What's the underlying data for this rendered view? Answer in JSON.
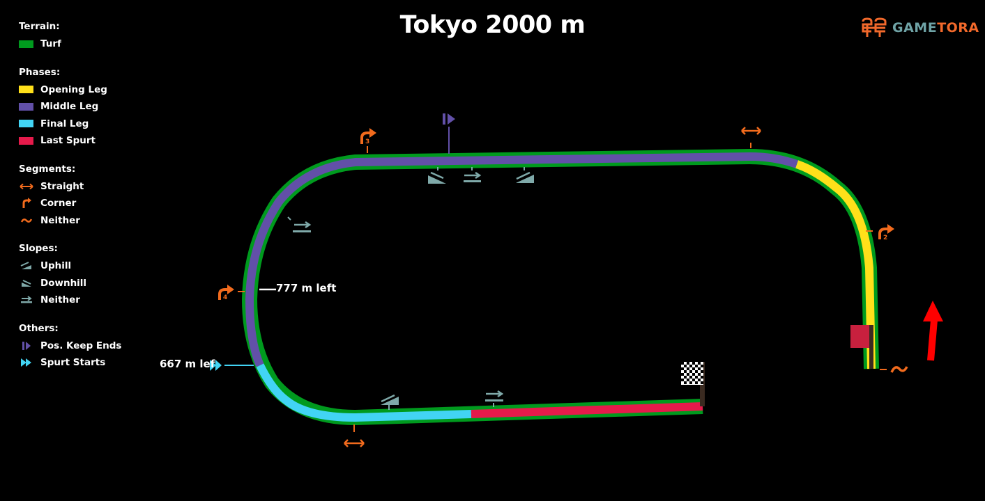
{
  "title": "Tokyo 2000 m",
  "logo": {
    "part1": "GAME",
    "part2": "TORA",
    "icon": "gametora-logo-icon"
  },
  "legend": {
    "terrain": {
      "heading": "Terrain:",
      "items": [
        {
          "label": "Turf",
          "color": "#009a1e"
        }
      ]
    },
    "phases": {
      "heading": "Phases:",
      "items": [
        {
          "label": "Opening Leg",
          "color": "#ffe01a"
        },
        {
          "label": "Middle Leg",
          "color": "#6250a8"
        },
        {
          "label": "Final Leg",
          "color": "#42d4f4"
        },
        {
          "label": "Last Spurt",
          "color": "#e61a4b"
        }
      ]
    },
    "segments": {
      "heading": "Segments:",
      "items": [
        {
          "label": "Straight",
          "icon": "double-arrow-icon"
        },
        {
          "label": "Corner",
          "icon": "corner-arrow-icon"
        },
        {
          "label": "Neither",
          "icon": "tilde-icon"
        }
      ]
    },
    "slopes": {
      "heading": "Slopes:",
      "items": [
        {
          "label": "Uphill",
          "icon": "uphill-icon"
        },
        {
          "label": "Downhill",
          "icon": "downhill-icon"
        },
        {
          "label": "Neither",
          "icon": "flat-slope-icon"
        }
      ]
    },
    "others": {
      "heading": "Others:",
      "items": [
        {
          "label": "Pos. Keep Ends",
          "icon": "pos-keep-end-icon"
        },
        {
          "label": "Spurt Starts",
          "icon": "spurt-start-icon"
        }
      ]
    }
  },
  "map": {
    "markers": {
      "left_777": "777 m left",
      "left_667": "667 m lef"
    },
    "corners": [
      "2",
      "3",
      "4"
    ],
    "colors": {
      "segment": "#f26b1d",
      "slope": "#7fa9a9",
      "turf": "#009a1e",
      "direction_arrow": "#ff0000",
      "start_gate": "#c8203e"
    }
  }
}
